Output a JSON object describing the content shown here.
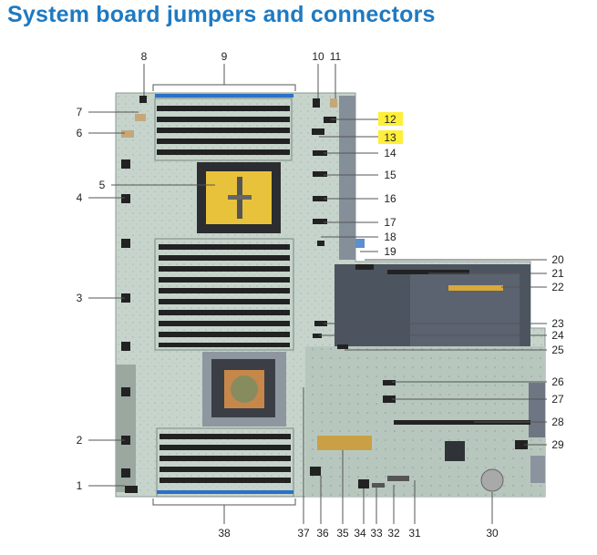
{
  "title": "System board jumpers and connectors",
  "callouts": [
    "1",
    "2",
    "3",
    "4",
    "5",
    "6",
    "7",
    "8",
    "9",
    "10",
    "11",
    "12",
    "13",
    "14",
    "15",
    "16",
    "17",
    "18",
    "19",
    "20",
    "21",
    "22",
    "23",
    "24",
    "25",
    "26",
    "27",
    "28",
    "29",
    "30",
    "31",
    "32",
    "33",
    "34",
    "35",
    "36",
    "37",
    "38"
  ],
  "highlighted_callouts": [
    "12",
    "13"
  ],
  "colors": {
    "title": "#1e7ac2",
    "highlight": "#ffef3a",
    "board": "#c9d6cf",
    "cpu_cover": "#e8c23a"
  }
}
